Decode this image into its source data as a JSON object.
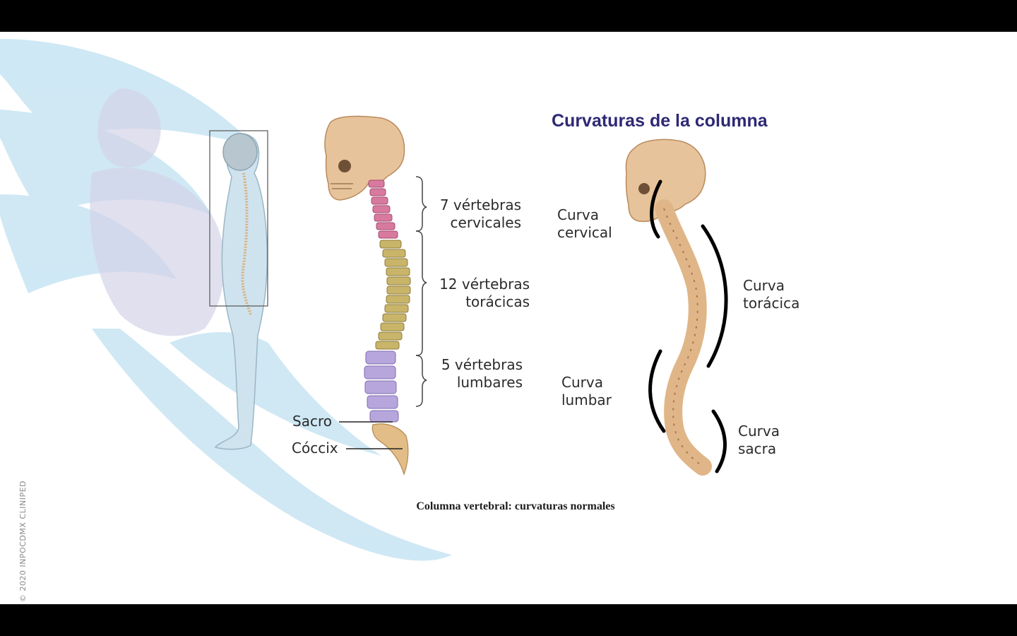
{
  "title": "Curvaturas de la columna",
  "caption": "Columna vertebral: curvaturas normales",
  "copyright": "© 2020 INPOCDMX CLINIPED",
  "regions": {
    "cervical": {
      "line1": "7 vértebras",
      "line2": "cervicales",
      "color": "#d87a9f"
    },
    "thoracic": {
      "line1": "12 vértebras",
      "line2": "torácicas",
      "color": "#c9b56a"
    },
    "lumbar": {
      "line1": "5 vértebras",
      "line2": "lumbares",
      "color": "#b7a6dc"
    }
  },
  "pointers": {
    "sacro": "Sacro",
    "coccix": "Cóccix"
  },
  "curves": {
    "cervical": {
      "line1": "Curva",
      "line2": "cervical"
    },
    "thoracic": {
      "line1": "Curva",
      "line2": "torácica"
    },
    "lumbar": {
      "line1": "Curva",
      "line2": "lumbar"
    },
    "sacral": {
      "line1": "Curva",
      "line2": "sacra"
    }
  },
  "colors": {
    "title": "#2e2874",
    "bone": "#e8c49b",
    "watermark": "#bfe0f0"
  }
}
